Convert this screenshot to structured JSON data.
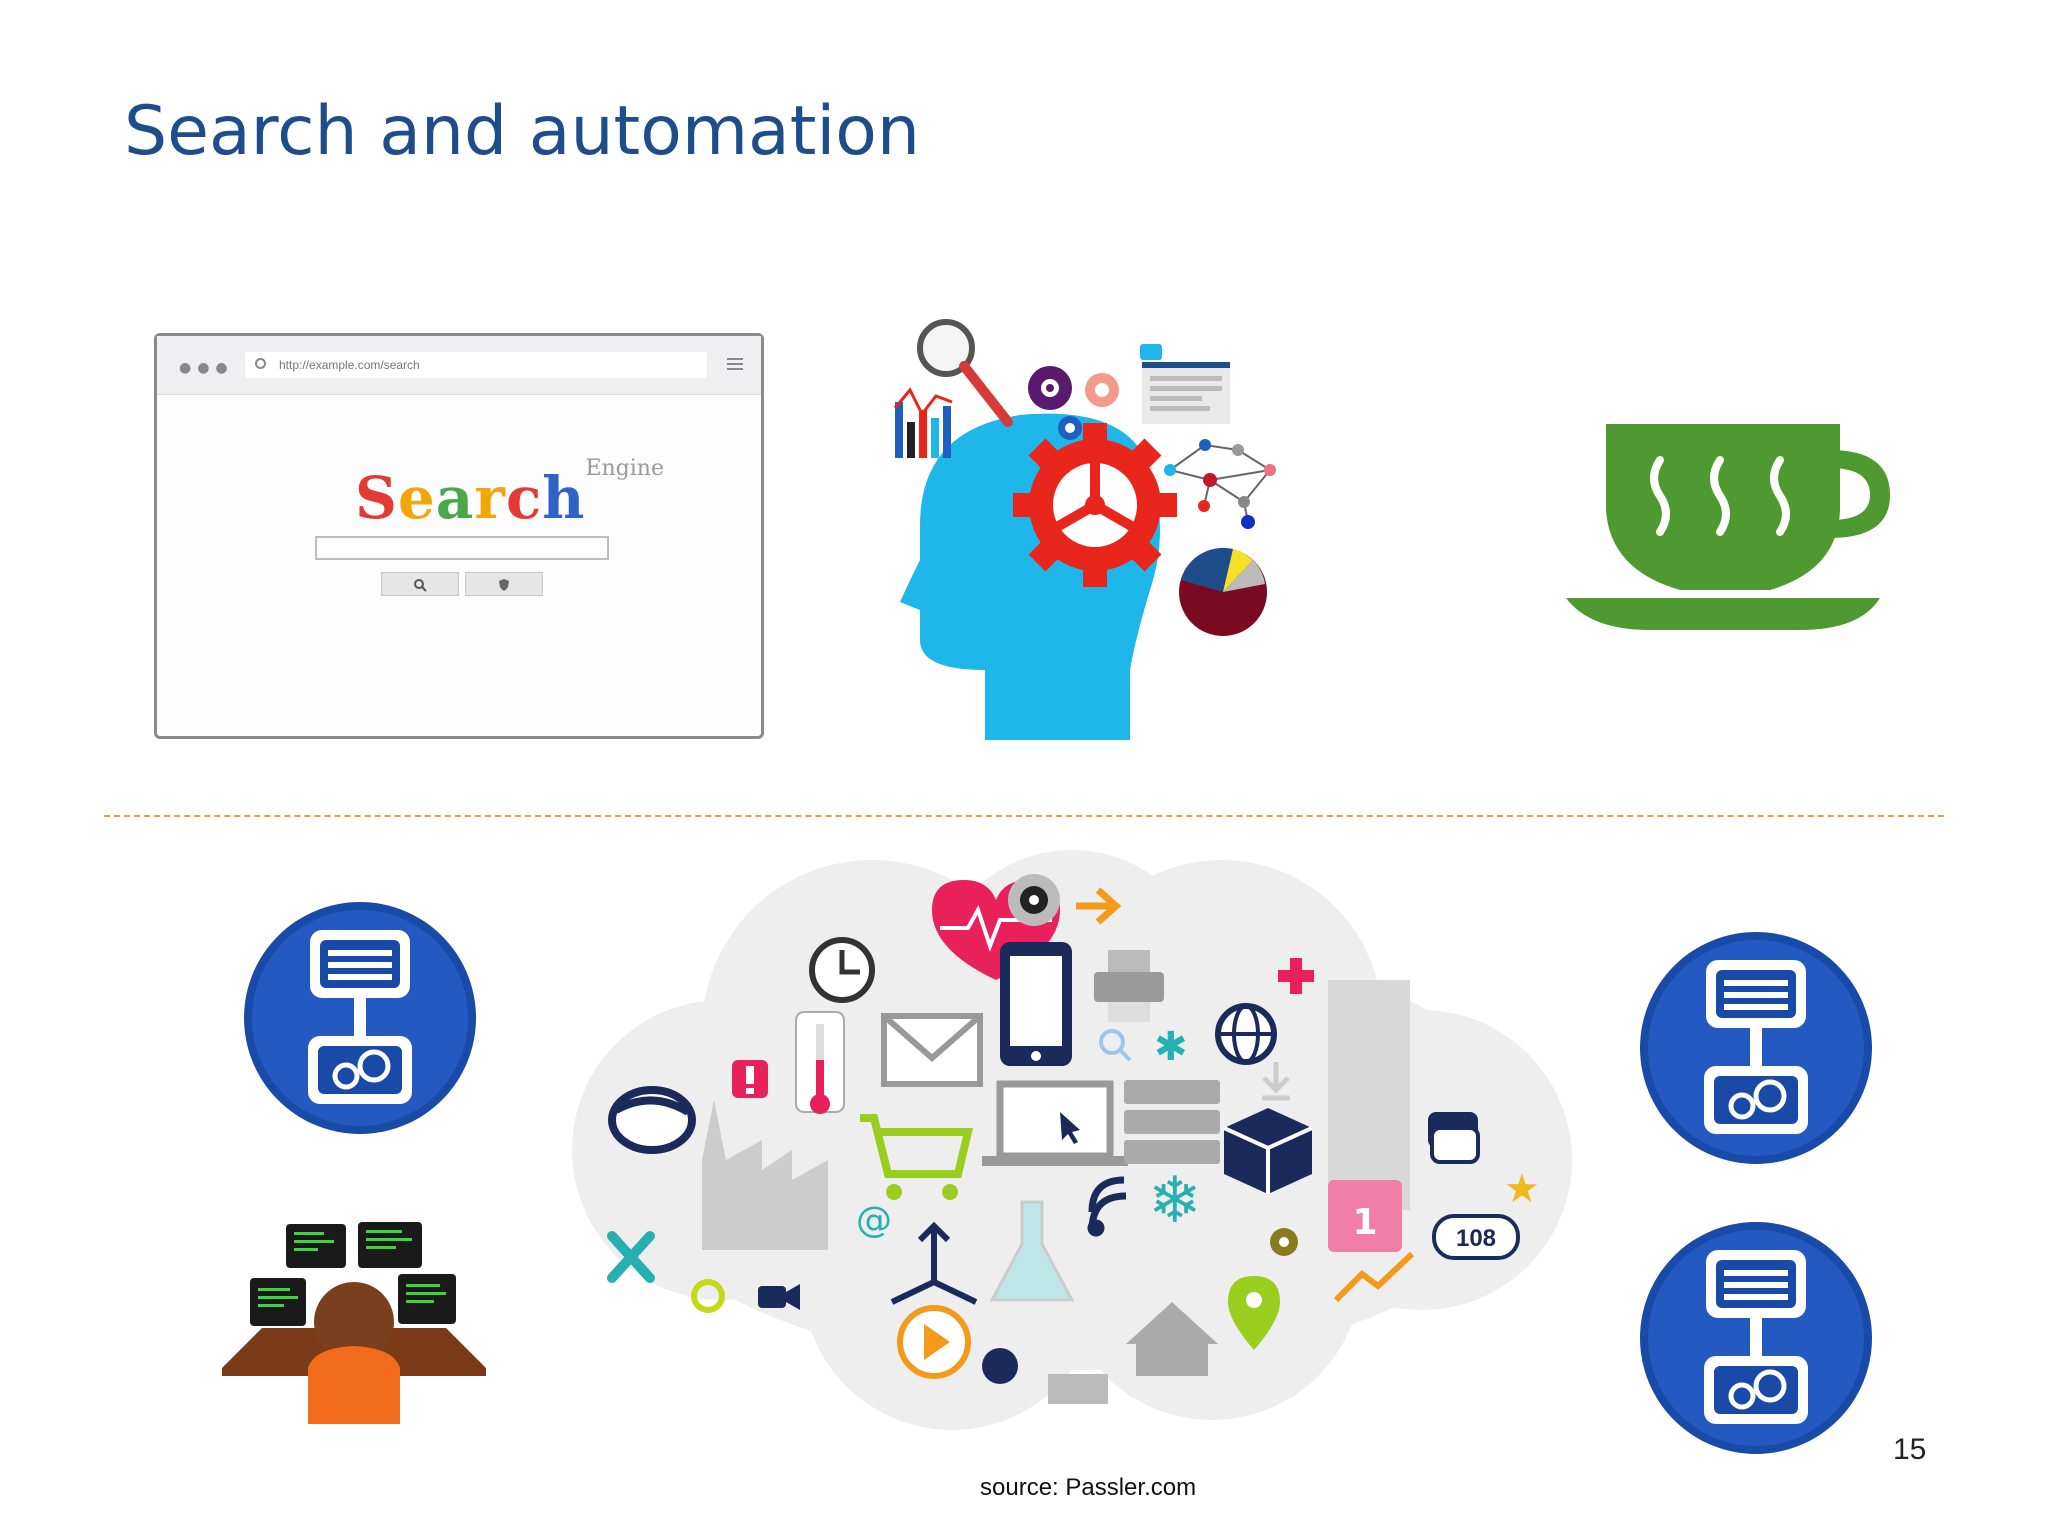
{
  "slide": {
    "title": "Search and automation",
    "page_number": "15",
    "source": "source: Passler.com"
  },
  "browser_mock": {
    "url_text": "http://example.com/search",
    "logo_letters": [
      {
        "char": "S",
        "color": "#e53935"
      },
      {
        "char": "e",
        "color": "#f2a60c"
      },
      {
        "char": "a",
        "color": "#4aa84a"
      },
      {
        "char": "r",
        "color": "#f2a60c"
      },
      {
        "char": "c",
        "color": "#e53935"
      },
      {
        "char": "h",
        "color": "#2f63c8"
      }
    ],
    "logo_sup": "Engine",
    "buttons": [
      "search-icon",
      "shield-icon"
    ]
  },
  "icons": {
    "cloud_counter": "108",
    "calendar_day": "1"
  },
  "colors": {
    "title": "#1e4d8c",
    "divider": "#f39a3e",
    "cup": "#4f9a30",
    "head": "#21b5e8",
    "gear_red": "#e8261b",
    "workflow_blue": "#1a4aa8"
  }
}
